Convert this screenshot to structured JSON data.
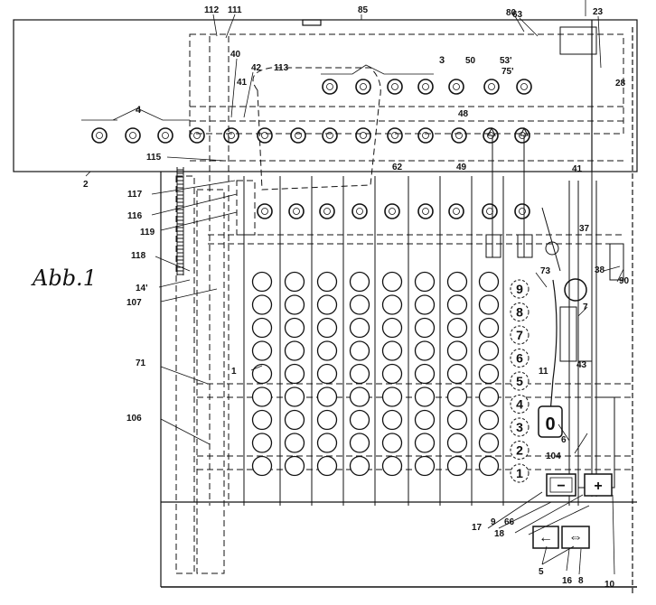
{
  "figure": {
    "title": "Abb.1"
  },
  "key_column": {
    "digits": [
      "9",
      "8",
      "7",
      "6",
      "5",
      "4",
      "3",
      "2",
      "1"
    ],
    "zero_key": "0",
    "minus_key": "−",
    "plus_key": "+",
    "arrow_left": "←",
    "arrow_right": "⇔"
  },
  "labels": {
    "l_112": "112",
    "l_111": "111",
    "l_85": "85",
    "l_80": "80",
    "l_63": "63",
    "l_23": "23",
    "l_40": "40",
    "l_42": "42",
    "l_113": "113",
    "l_41a": "41",
    "l_3": "3",
    "l_50": "50",
    "l_53p": "53'",
    "l_75p": "75'",
    "l_28": "28",
    "l_4": "4",
    "l_48": "48",
    "l_62": "62",
    "l_49": "49",
    "l_41b": "41",
    "l_2": "2",
    "l_115": "115",
    "l_117": "117",
    "l_116": "116",
    "l_119": "119",
    "l_37": "37",
    "l_118": "118",
    "l_73": "73",
    "l_38": "38",
    "l_90": "90",
    "l_14p": "14'",
    "l_107": "107",
    "l_7": "7",
    "l_71": "71",
    "l_1": "1",
    "l_11": "11",
    "l_43": "43",
    "l_6": "6",
    "l_106": "106",
    "l_104": "104",
    "l_17": "17",
    "l_9": "9",
    "l_66": "66",
    "l_18": "18",
    "l_5": "5",
    "l_16": "16",
    "l_8": "8",
    "l_10": "10"
  }
}
